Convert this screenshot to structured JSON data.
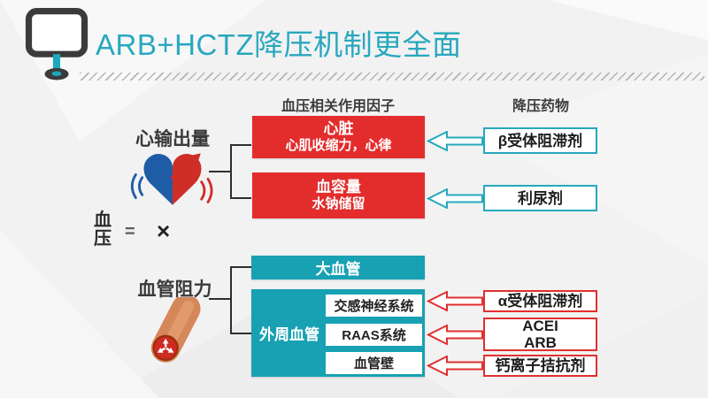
{
  "title": "ARB+HCTZ降压机制更全面",
  "accent_colors": {
    "teal": "#1ba2b4",
    "red": "#e32d2d"
  },
  "icons": {
    "monitor": "presentation-screen-icon",
    "heart": "heart-cardiac-output-icon",
    "vessel": "blood-vessel-resistance-icon"
  },
  "columns": {
    "factors_header": "血压相关作用因子",
    "drugs_header": "降压药物"
  },
  "equation": {
    "blood": "血",
    "pressure": "压",
    "equals": "=",
    "multiply": "×",
    "cardiac_output": "心输出量",
    "vascular_resistance": "血管阻力"
  },
  "factors": {
    "heart_title": "心脏",
    "heart_detail": "心肌收缩力，心律",
    "volume_title": "血容量",
    "volume_detail": "水钠储留",
    "large_vessel": "大血管",
    "peripheral_vessel": "外周血管",
    "sympathetic": "交感神经系统",
    "raas": "RAAS系统",
    "vessel_wall": "血管壁"
  },
  "drugs": {
    "beta_blocker": "β受体阻滞剂",
    "diuretic": "利尿剂",
    "alpha_blocker": "α受体阻滞剂",
    "acei": "ACEI",
    "arb": "ARB",
    "calcium_antagonist": "钙离子拮抗剂"
  }
}
